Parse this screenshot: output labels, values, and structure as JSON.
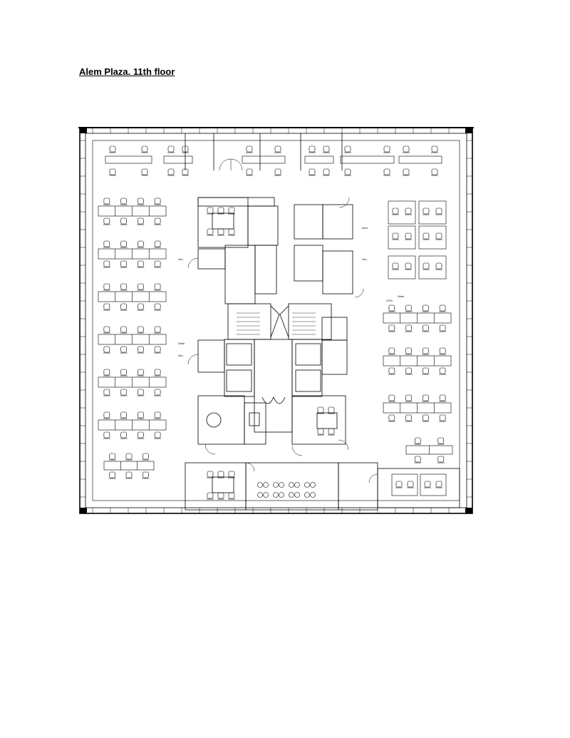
{
  "document": {
    "title": "Alem Plaza. 11th floor"
  },
  "plan": {
    "room_labels": {
      "sec_left_1": "Sec",
      "sec_left_2": "Sec",
      "desk_left": "Desk",
      "acct": "Acct",
      "sec_right": "Sec",
      "desk_right": "Desk",
      "cfm": "CFM"
    }
  }
}
